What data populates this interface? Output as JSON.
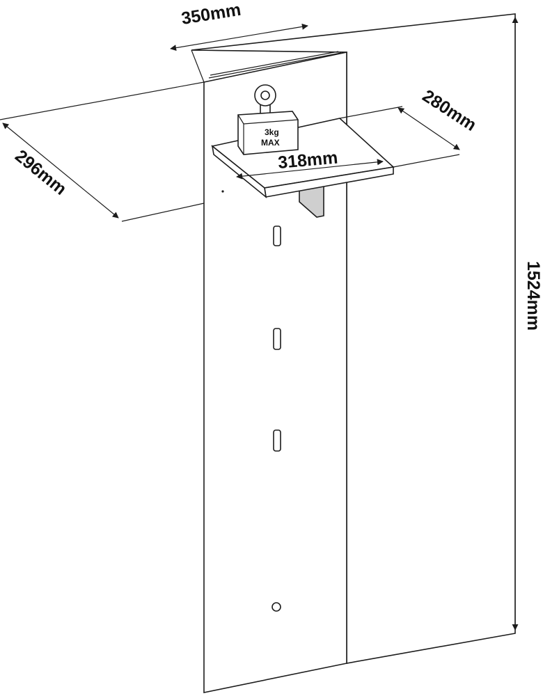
{
  "dimensions": {
    "panel_width": "350mm",
    "panel_height": "1524mm",
    "panel_depth": "296mm",
    "shelf_width": "318mm",
    "shelf_depth": "280mm"
  },
  "weight_tag": {
    "line1": "3kg",
    "line2": "MAX"
  },
  "colors": {
    "line": "#1c1c1c",
    "background": "#ffffff"
  }
}
